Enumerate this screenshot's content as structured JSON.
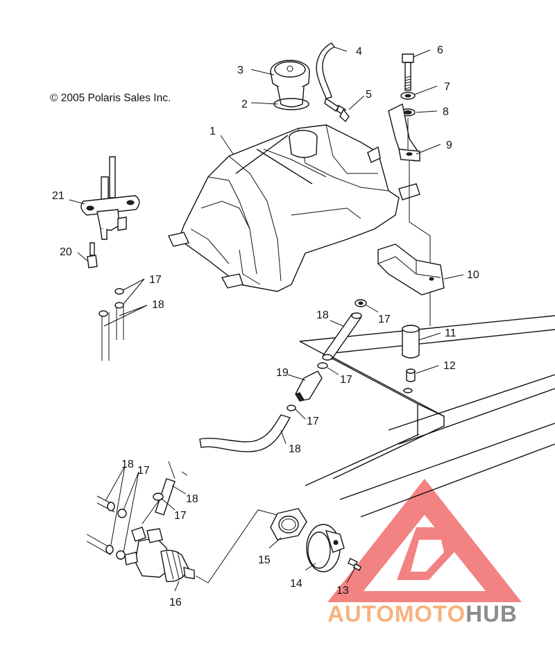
{
  "copyright": "© 2005 Polaris Sales Inc.",
  "brand": {
    "part1": "AUTOMOTO",
    "part2": "HUB"
  },
  "colors": {
    "watermark": "#f26d6d",
    "brand_orange": "#f7b27d",
    "brand_gray": "#8c8c8c"
  },
  "callouts": {
    "c1": "1",
    "c2": "2",
    "c3": "3",
    "c4": "4",
    "c5": "5",
    "c6": "6",
    "c7": "7",
    "c8": "8",
    "c9": "9",
    "c10": "10",
    "c11": "11",
    "c12": "12",
    "c13": "13",
    "c14": "14",
    "c15": "15",
    "c16": "16",
    "c17a": "17",
    "c17b": "17",
    "c17c": "17",
    "c17d": "17",
    "c17e": "17",
    "c17f": "17",
    "c18a": "18",
    "c18b": "18",
    "c18c": "18",
    "c18d": "18",
    "c18e": "18",
    "c19": "19",
    "c20": "20",
    "c21": "21"
  }
}
